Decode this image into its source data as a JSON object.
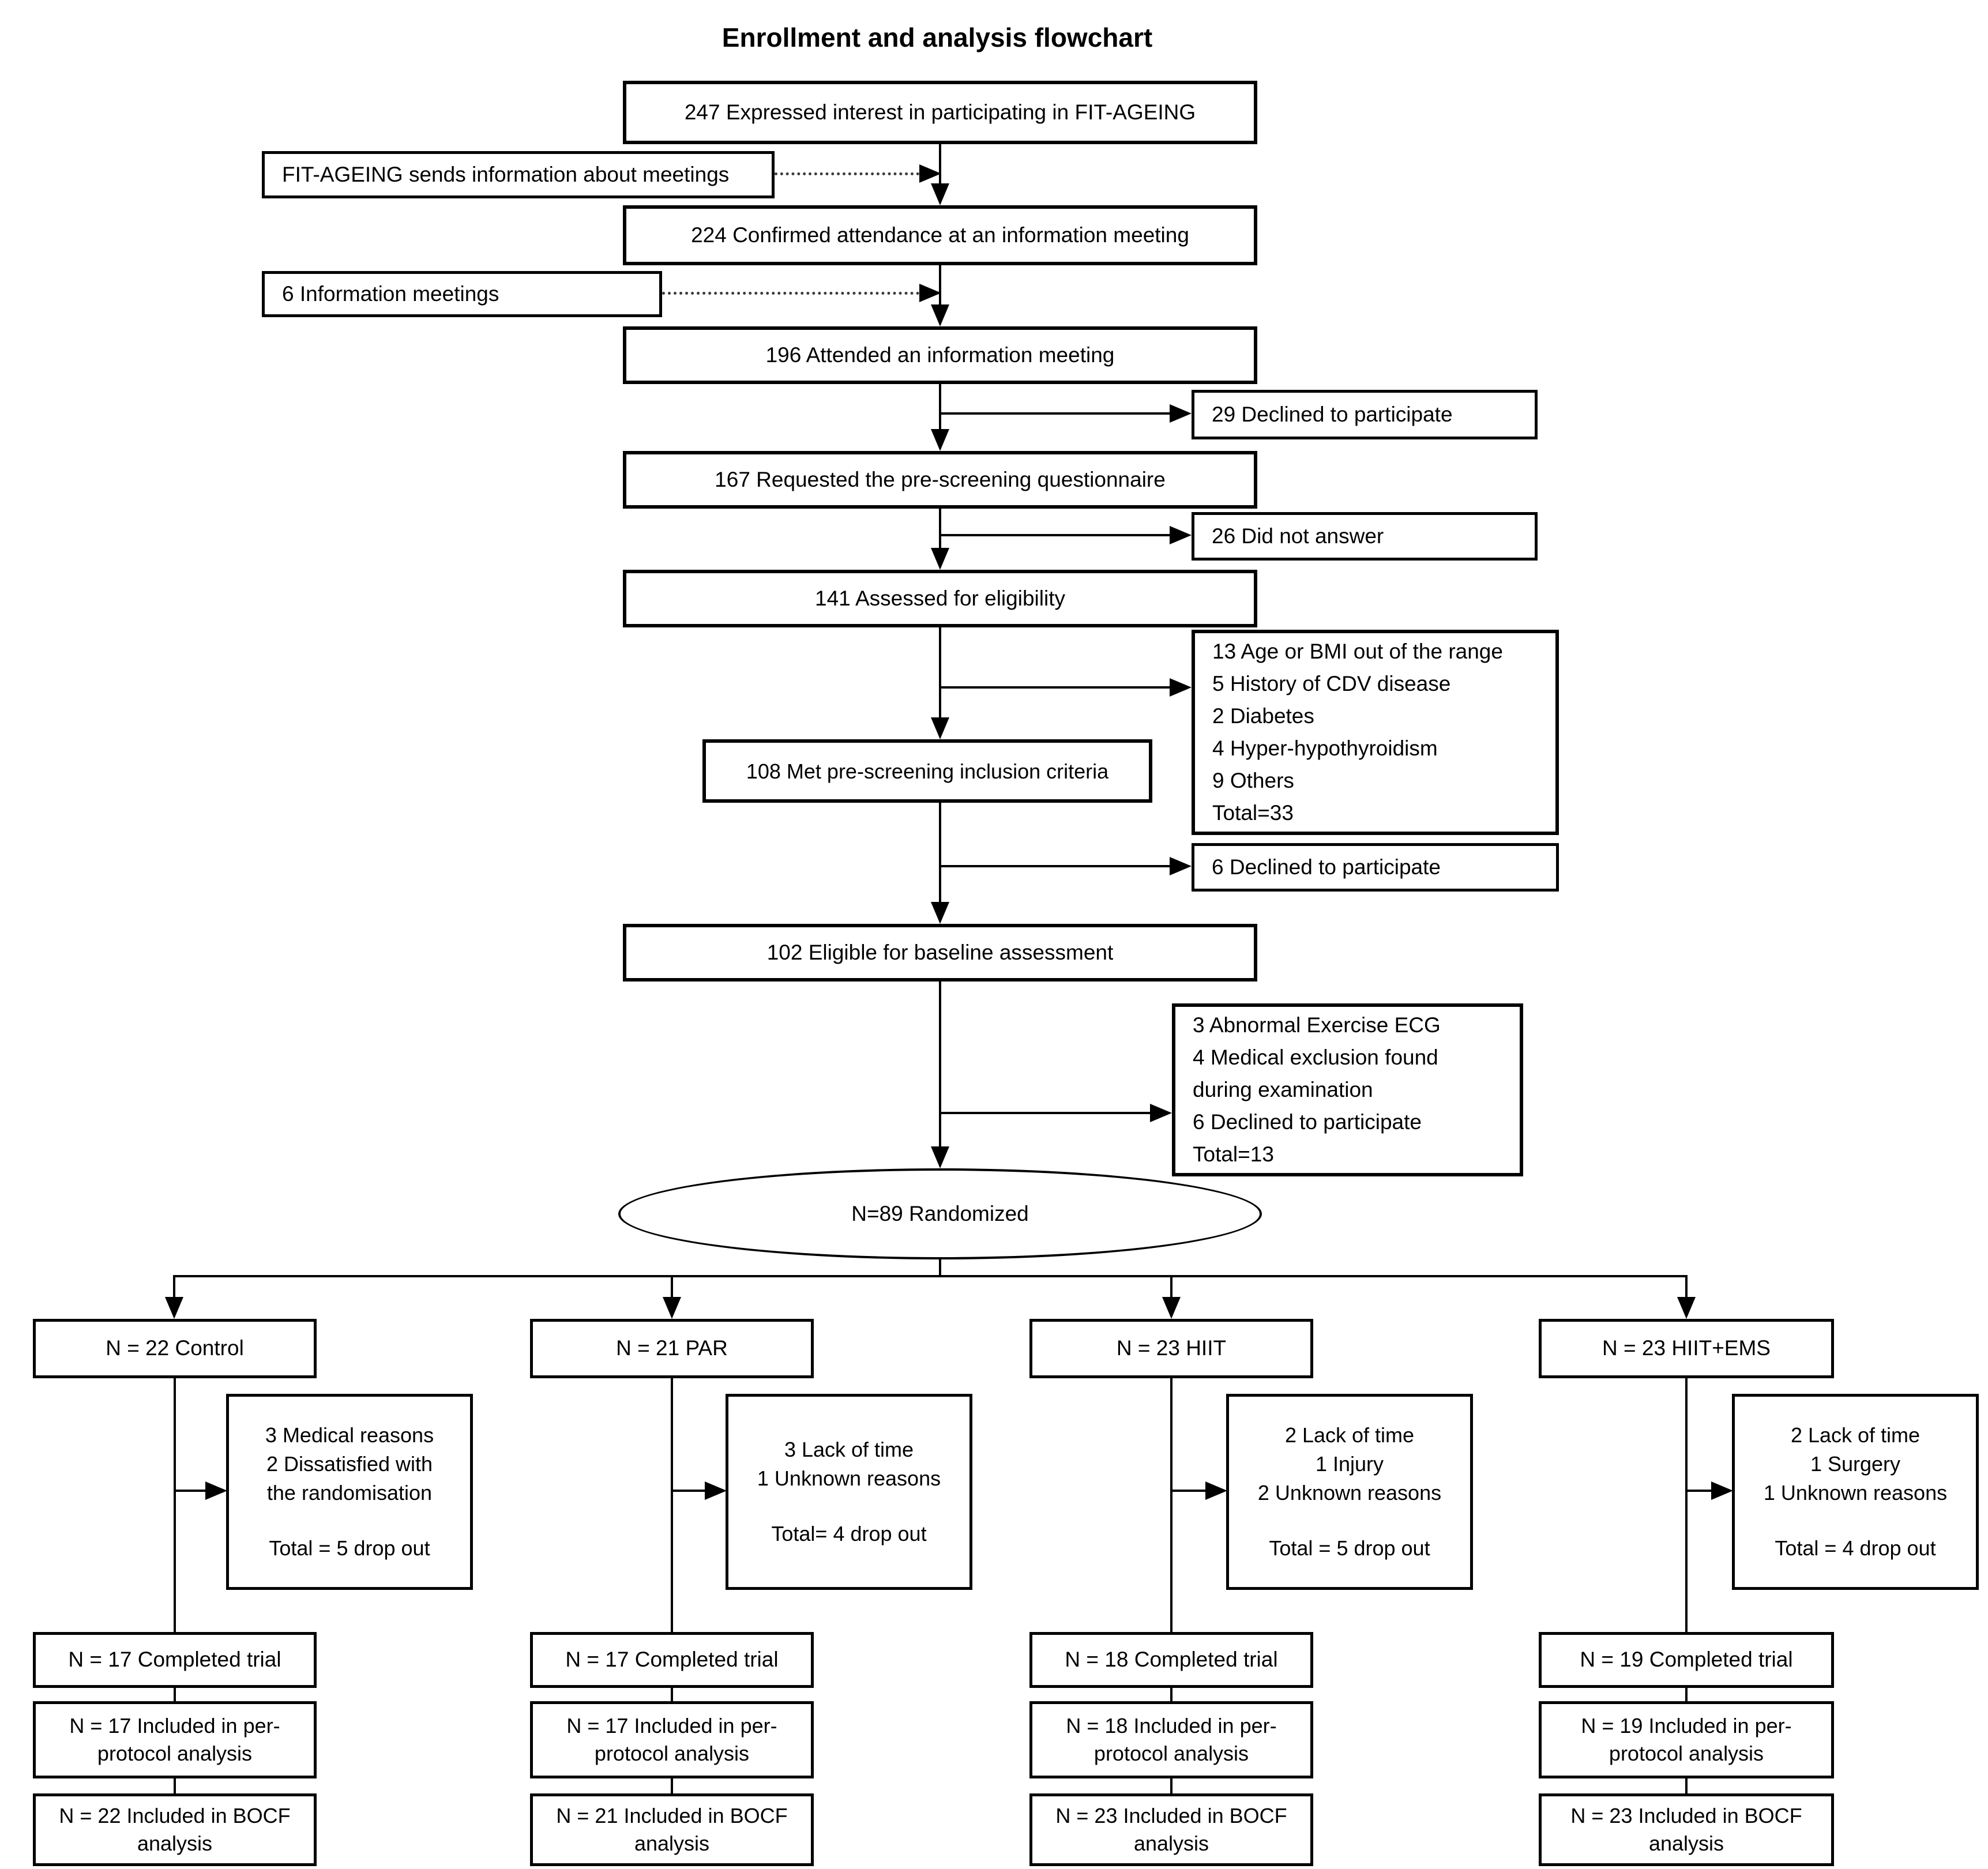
{
  "title": "Enrollment and analysis flowchart",
  "colors": {
    "line": "#000000",
    "box_border": "#000000",
    "background": "#ffffff"
  },
  "main_flow": {
    "interest": "247 Expressed interest in participating in FIT-AGEING",
    "confirmed": "224 Confirmed attendance at an information meeting",
    "attended": "196 Attended an information meeting",
    "requested": "167 Requested the pre-screening questionnaire",
    "assessed": "141 Assessed for eligibility",
    "met_criteria": "108 Met pre-screening inclusion criteria",
    "eligible": "102 Eligible for baseline assessment",
    "randomized": "N=89 Randomized"
  },
  "side_notes": {
    "sends_info": "FIT-AGEING  sends information about meetings",
    "info_meetings": "6 Information meetings",
    "declined_meeting": "29 Declined to participate",
    "no_answer": "26 Did not answer",
    "prescreen_exclusions": [
      "13 Age or BMI  out of the range",
      "5 History of CDV disease",
      "2 Diabetes",
      "4 Hyper-hypothyroidism",
      "9 Others",
      "Total=33"
    ],
    "declined_prescreen": "6 Declined to participate",
    "baseline_exclusions": [
      "3 Abnormal Exercise ECG",
      "4 Medical exclusion found",
      "during examination",
      "6 Declined to participate",
      "Total=13"
    ]
  },
  "branches": [
    {
      "assigned": "N = 22 Control",
      "dropout_reasons": [
        "3 Medical reasons",
        "2 Dissatisfied with",
        "the randomisation"
      ],
      "dropout_total": "Total = 5 drop out",
      "completed": "N = 17 Completed trial",
      "per_protocol": "N = 17 Included in per-protocol analysis",
      "bocf": "N = 22 Included in BOCF analysis"
    },
    {
      "assigned": "N = 21 PAR",
      "dropout_reasons": [
        "3 Lack of time",
        "1 Unknown reasons"
      ],
      "dropout_total": "Total= 4 drop out",
      "completed": "N = 17 Completed trial",
      "per_protocol": "N = 17 Included in per-protocol analysis",
      "bocf": "N = 21 Included in BOCF analysis"
    },
    {
      "assigned": "N = 23 HIIT",
      "dropout_reasons": [
        "2 Lack of time",
        "1 Injury",
        "2 Unknown reasons"
      ],
      "dropout_total": "Total = 5 drop out",
      "completed": "N = 18 Completed trial",
      "per_protocol": "N = 18 Included in per-protocol analysis",
      "bocf": "N = 23 Included in BOCF analysis"
    },
    {
      "assigned": "N = 23 HIIT+EMS",
      "dropout_reasons": [
        "2 Lack of time",
        "1 Surgery",
        "1 Unknown reasons"
      ],
      "dropout_total": "Total = 4 drop out",
      "completed": "N = 19 Completed trial",
      "per_protocol": "N = 19 Included in per-protocol analysis",
      "bocf": "N = 23 Included in BOCF analysis"
    }
  ]
}
